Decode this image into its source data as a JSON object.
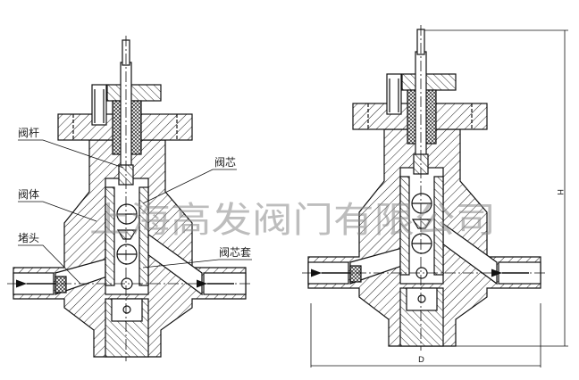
{
  "labels": {
    "stem": "阀杆",
    "disc": "阀芯",
    "body": "阀体",
    "disc_sleeve": "阀芯套",
    "plug": "堵头"
  },
  "dimensions": {
    "height": "H",
    "diameter": "D"
  },
  "watermark": "上海高发阀门有限公司"
}
